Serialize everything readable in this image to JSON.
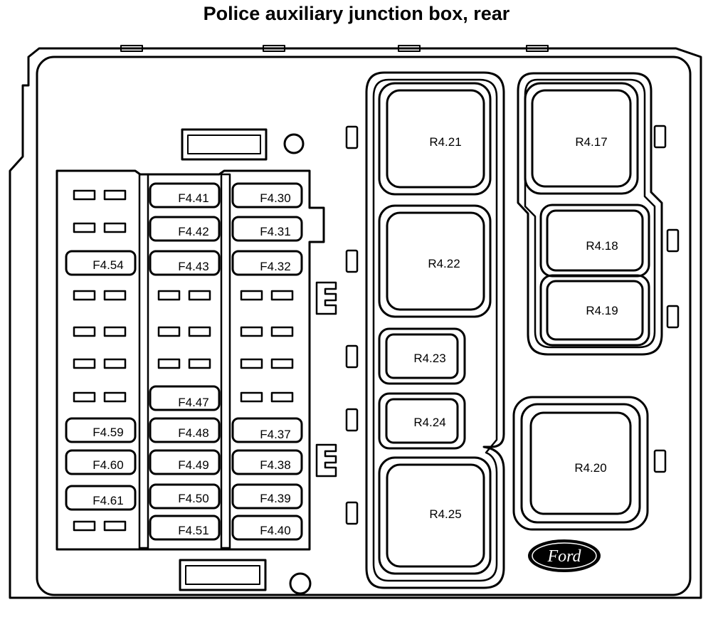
{
  "title": "Police auxiliary junction box, rear",
  "logo_text": "Ford",
  "fuses": {
    "F4.41": "F4.41",
    "F4.42": "F4.42",
    "F4.43": "F4.43",
    "F4.47": "F4.47",
    "F4.48": "F4.48",
    "F4.49": "F4.49",
    "F4.50": "F4.50",
    "F4.51": "F4.51",
    "F4.30": "F4.30",
    "F4.31": "F4.31",
    "F4.32": "F4.32",
    "F4.37": "F4.37",
    "F4.38": "F4.38",
    "F4.39": "F4.39",
    "F4.40": "F4.40",
    "F4.54": "F4.54",
    "F4.59": "F4.59",
    "F4.60": "F4.60",
    "F4.61": "F4.61"
  },
  "relays": {
    "R4.17": "R4.17",
    "R4.18": "R4.18",
    "R4.19": "R4.19",
    "R4.20": "R4.20",
    "R4.21": "R4.21",
    "R4.22": "R4.22",
    "R4.23": "R4.23",
    "R4.24": "R4.24",
    "R4.25": "R4.25"
  }
}
